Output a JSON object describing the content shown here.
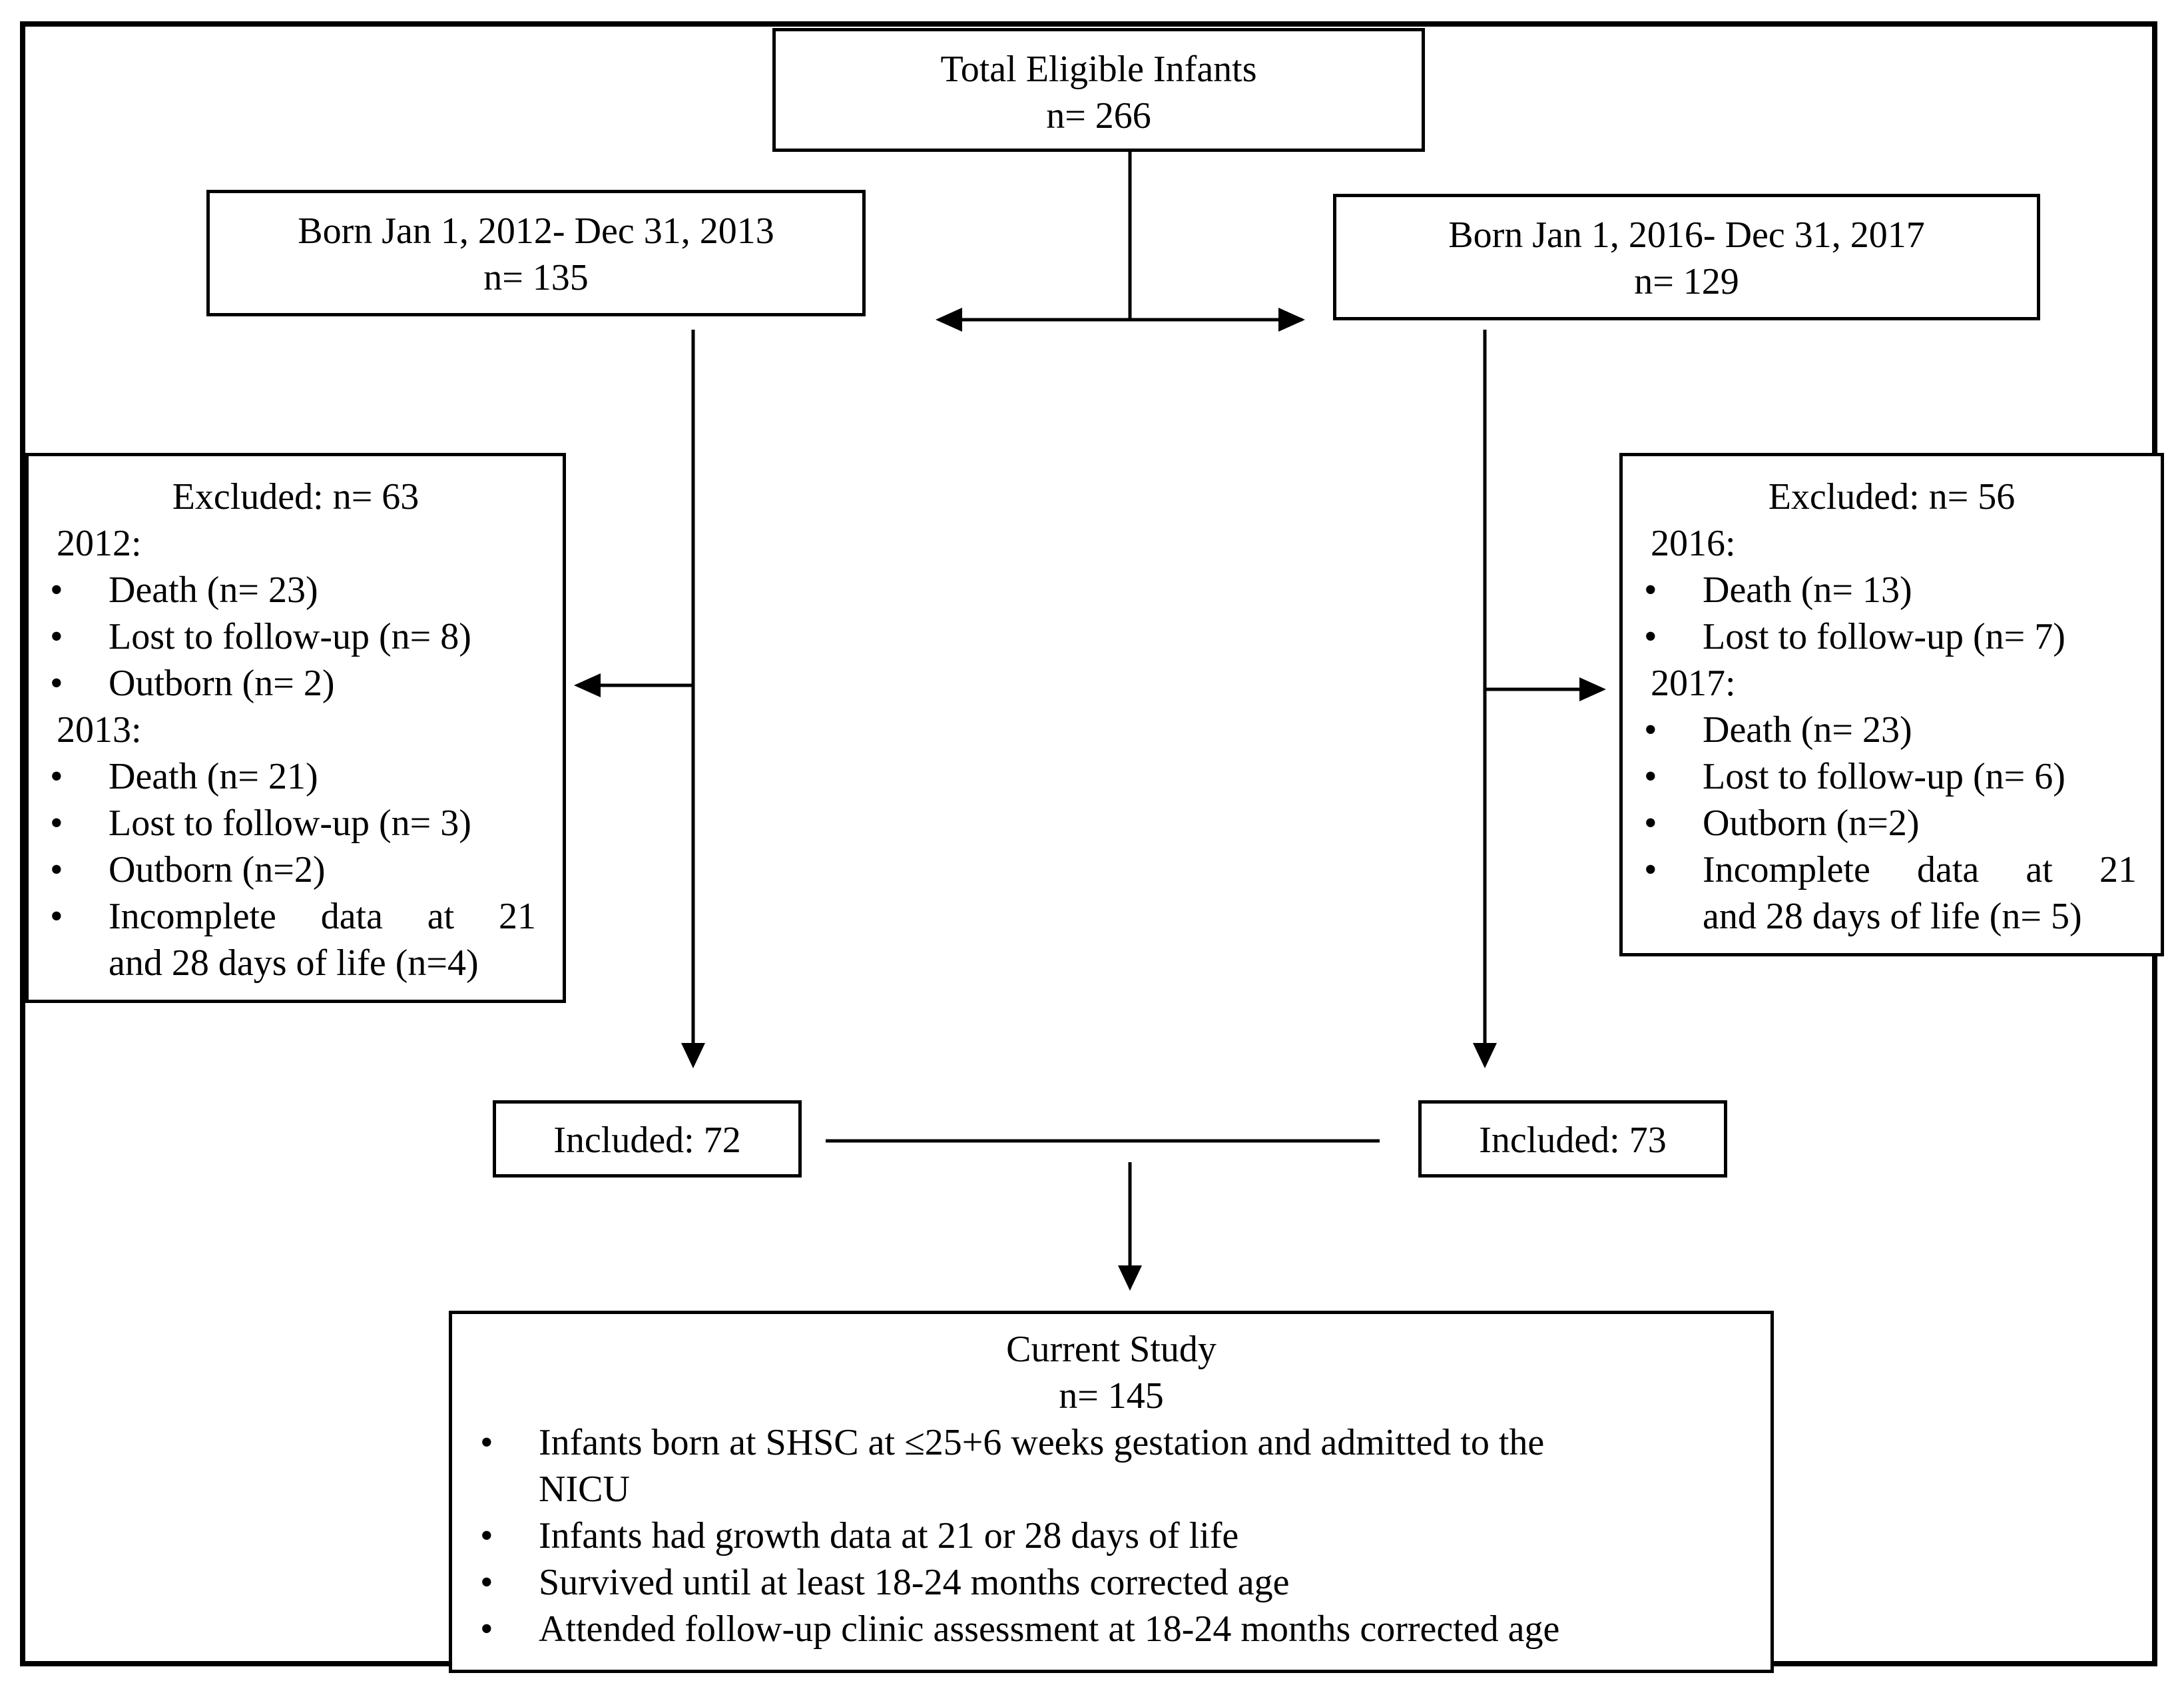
{
  "top": {
    "title": "Total Eligible Infants",
    "count": "n= 266"
  },
  "cohort_2012": {
    "title": "Born Jan 1, 2012- Dec 31, 2013",
    "count": "n= 135"
  },
  "cohort_2016": {
    "title": "Born Jan 1, 2016- Dec 31, 2017",
    "count": "n= 129"
  },
  "excluded_left": {
    "title": "Excluded: n= 63",
    "year_a": "2012:",
    "year_a_items": [
      "Death (n= 23)",
      "Lost to follow-up (n= 8)",
      "Outborn (n= 2)"
    ],
    "year_b": "2013:",
    "year_b_items": [
      "Death (n= 21)",
      "Lost to follow-up (n= 3)",
      "Outborn (n=2)"
    ],
    "incomplete_line1": [
      "Incomplete",
      "data",
      "at",
      "21"
    ],
    "incomplete_line2": "and 28 days of life (n=4)"
  },
  "excluded_right": {
    "title": "Excluded: n= 56",
    "year_a": "2016:",
    "year_a_items": [
      "Death (n= 13)",
      "Lost to follow-up (n= 7)"
    ],
    "year_b": "2017:",
    "year_b_items": [
      "Death (n= 23)",
      "Lost to follow-up (n= 6)",
      "Outborn (n=2)"
    ],
    "incomplete_line1": [
      "Incomplete",
      "data",
      "at",
      "21"
    ],
    "incomplete_line2": "and 28 days of life (n= 5)"
  },
  "included_left": "Included: 72",
  "included_right": "Included: 73",
  "study": {
    "title": "Current Study",
    "count": "n= 145",
    "items": [
      "Infants born at SHSC at ≤25+6 weeks gestation and admitted to the",
      "NICU",
      "Infants had growth data at 21 or 28 days of life",
      "Survived until at least 18-24 months corrected age",
      "Attended follow-up clinic assessment at 18-24 months corrected age"
    ]
  }
}
